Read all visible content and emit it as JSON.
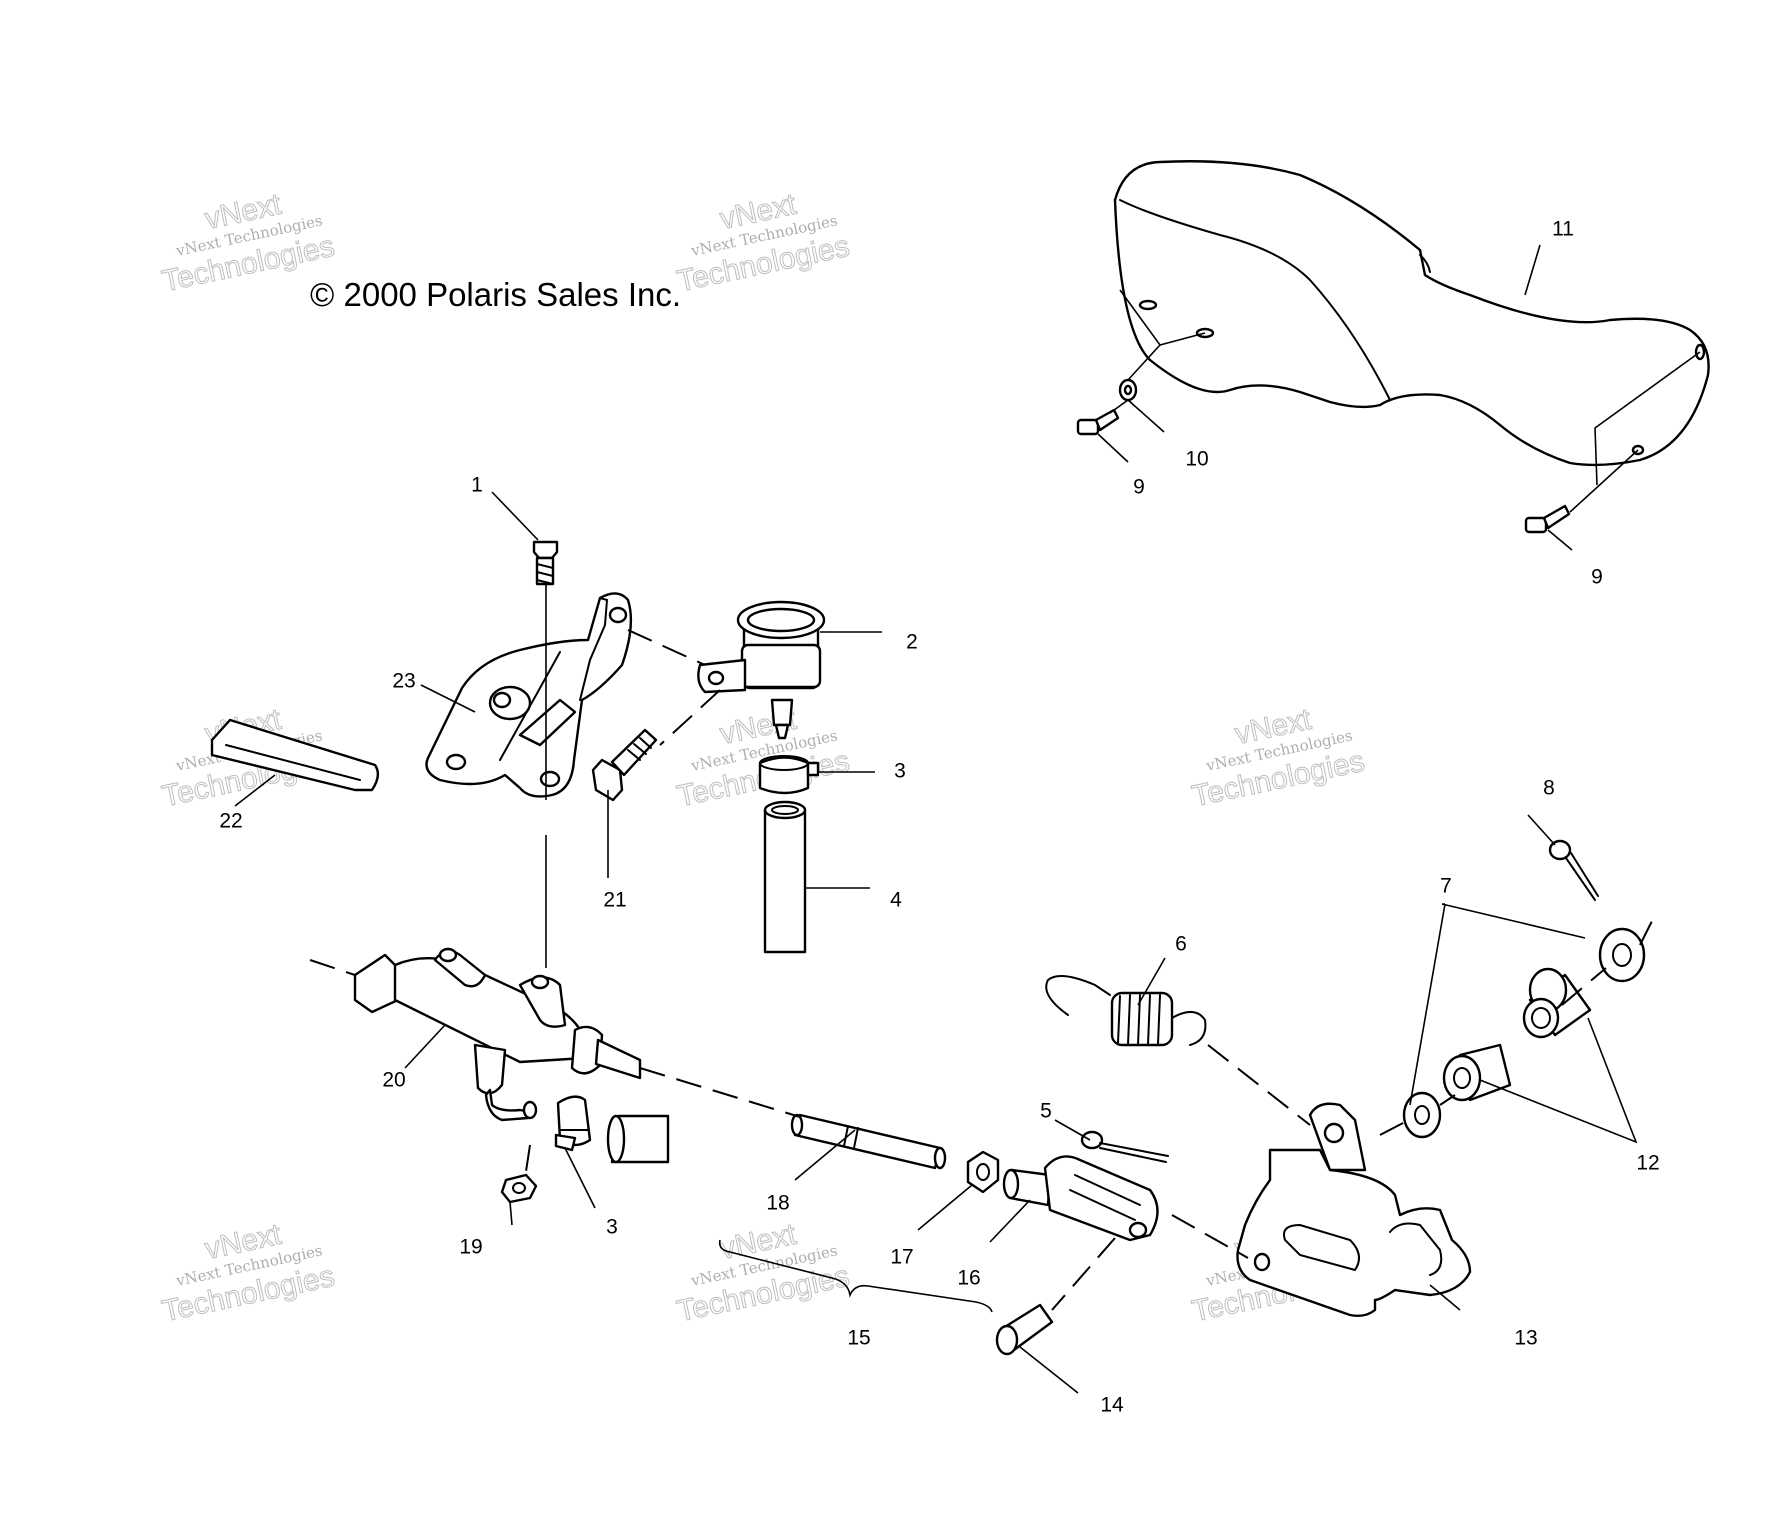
{
  "copyright": "© 2000 Polaris Sales Inc.",
  "watermark": {
    "line_small": "vNext Technologies",
    "line_big_1": "vNext",
    "line_big_2": "Technologies"
  },
  "callouts": {
    "c1": "1",
    "c2": "2",
    "c3a": "3",
    "c3b": "3",
    "c4": "4",
    "c5": "5",
    "c6": "6",
    "c7": "7",
    "c8": "8",
    "c9a": "9",
    "c9b": "9",
    "c10": "10",
    "c11": "11",
    "c12": "12",
    "c13": "13",
    "c14": "14",
    "c15": "15",
    "c16": "16",
    "c17": "17",
    "c18": "18",
    "c19": "19",
    "c20": "20",
    "c21": "21",
    "c22": "22",
    "c23": "23"
  }
}
